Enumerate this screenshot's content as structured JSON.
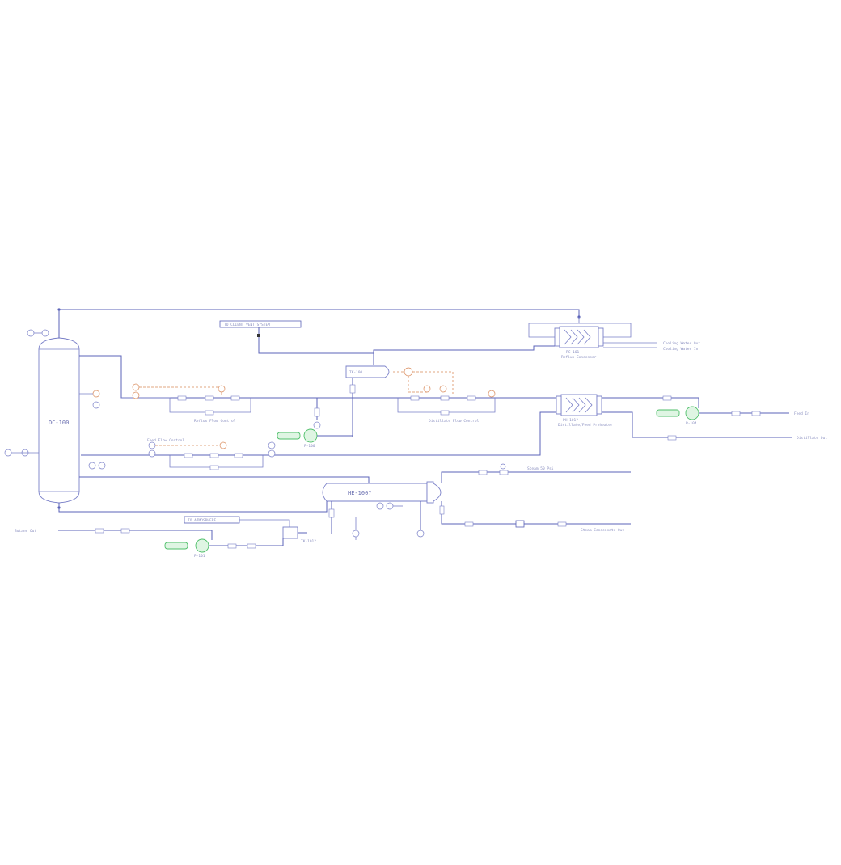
{
  "equipment": {
    "column": "DC-100",
    "condenser": "RC-101",
    "condenser_name": "Reflux Condenser",
    "reflux_drum": "TK-100",
    "exchanger": "HE-100?",
    "preheater": "PH-101?",
    "preheater_name": "Distillate/Feed Preheater",
    "sump": "TK-101?",
    "pump_reflux": "P-100",
    "pump_bottoms": "P-101",
    "pump_feed": "P-104"
  },
  "labels": {
    "fuel_gas": "TO CLIENT VENT SYSTEM",
    "atmosphere": "TO ATMOSPHERE",
    "cooling_out": "Cooling Water Out",
    "cooling_in": "Cooling Water In",
    "feed_in": "Feed In",
    "distillate_out": "Distillate Out",
    "steam_in": "Steam 50 Psi",
    "steam_cond": "Steam Condensate Out",
    "butane_out": "Butane Out",
    "reflux_ctrl": "Reflux Flow Control",
    "distillate_ctrl": "Distillate Flow Control",
    "feed_ctrl": "Feed Flow Control"
  }
}
